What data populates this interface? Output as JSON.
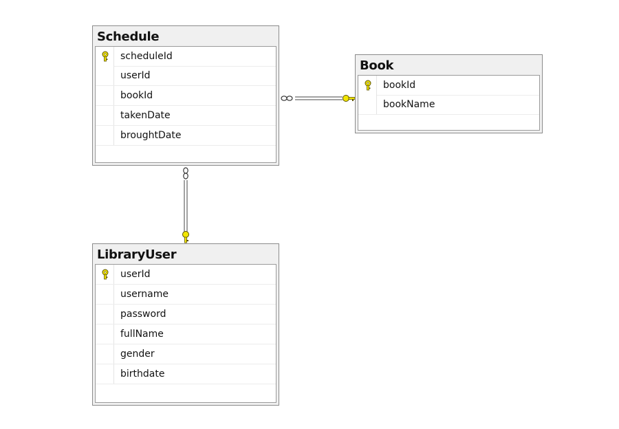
{
  "tables": {
    "schedule": {
      "title": "Schedule",
      "columns": [
        {
          "name": "scheduleId",
          "primary_key": true
        },
        {
          "name": "userId",
          "primary_key": false
        },
        {
          "name": "bookId",
          "primary_key": false
        },
        {
          "name": "takenDate",
          "primary_key": false
        },
        {
          "name": "broughtDate",
          "primary_key": false
        }
      ]
    },
    "book": {
      "title": "Book",
      "columns": [
        {
          "name": "bookId",
          "primary_key": true
        },
        {
          "name": "bookName",
          "primary_key": false
        }
      ]
    },
    "libraryuser": {
      "title": "LibraryUser",
      "columns": [
        {
          "name": "userId",
          "primary_key": true
        },
        {
          "name": "username",
          "primary_key": false
        },
        {
          "name": "password",
          "primary_key": false
        },
        {
          "name": "fullName",
          "primary_key": false
        },
        {
          "name": "gender",
          "primary_key": false
        },
        {
          "name": "birthdate",
          "primary_key": false
        }
      ]
    }
  },
  "relationships": [
    {
      "from": "Schedule",
      "to": "Book",
      "from_end": "many",
      "to_end": "one"
    },
    {
      "from": "Schedule",
      "to": "LibraryUser",
      "from_end": "many",
      "to_end": "one"
    }
  ],
  "colors": {
    "key": "#f2e600",
    "key_outline": "#5a5000",
    "border": "#8a8a8a",
    "header_bg": "#f0f0f0"
  },
  "icons": {
    "primary_key": "key-icon",
    "many_end": "infinity-icon",
    "one_end": "key-icon"
  }
}
